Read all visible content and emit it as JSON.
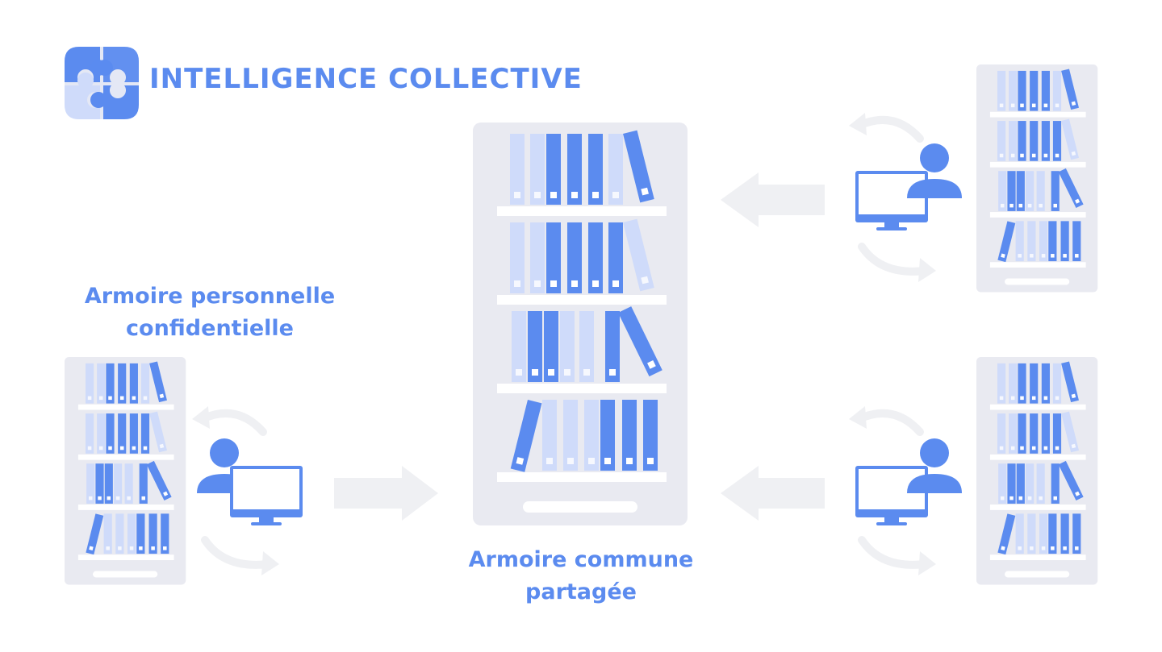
{
  "header": {
    "title": "INTELLIGENCE COLLECTIVE",
    "logo_icon": "puzzle-icon"
  },
  "personal": {
    "label_line1": "Armoire personnelle",
    "label_line2": "confidentielle"
  },
  "shared": {
    "label_line1": "Armoire commune",
    "label_line2": "partagée"
  },
  "colors": {
    "accent": "#5B8BEF",
    "light": "#CFDBFA",
    "cabinet": "#E9EAF1",
    "arrow": "#EFF0F3",
    "shelf": "#FFFFFF"
  }
}
